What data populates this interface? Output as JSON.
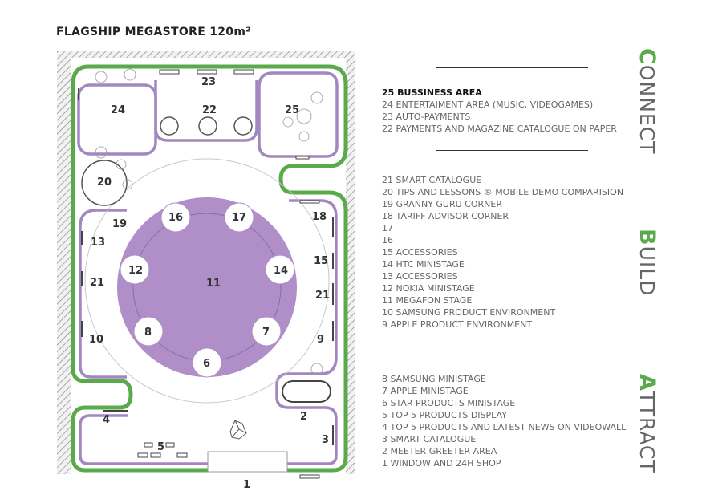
{
  "title": "FLAGSHIP MEGASTORE 120m²",
  "headings": {
    "connect": {
      "cap": "C",
      "rest": "ONNECT"
    },
    "build": {
      "cap": "B",
      "rest": "UILD"
    },
    "attract": {
      "cap": "A",
      "rest": "TTRACT"
    }
  },
  "legend_connect": [
    "25 BUSSINESS AREA",
    "24 ENTERTAIMENT AREA (MUSIC, VIDEOGAMES)",
    "23 AUTO-PAYMENTS",
    "22 PAYMENTS AND MAGAZINE CATALOGUE ON PAPER"
  ],
  "legend_build": [
    "21 SMART CATALOGUE",
    "20 TIPS AND LESSONS ® MOBILE DEMO COMPARISION",
    "19 GRANNY GURU CORNER",
    "18 TARIFF ADVISOR CORNER",
    "17",
    "16",
    "15 ACCESSORIES",
    "14 HTC MINISTAGE",
    "13 ACCESSORIES",
    "12 NOKIA MINISTAGE",
    "11 MEGAFON STAGE",
    "10 SAMSUNG PRODUCT ENVIRONMENT",
    "9 APPLE PRODUCT ENVIRONMENT"
  ],
  "legend_attract": [
    "8 SAMSUNG MINISTAGE",
    "7 APPLE MINISTAGE",
    "6 STAR PRODUCTS MINISTAGE",
    "5 TOP 5 PRODUCTS DISPLAY",
    "4 TOP 5 PRODUCTS AND LATEST NEWS ON VIDEOWALL",
    "3 SMART CATALOGUE",
    "2 MEETER GREETER AREA",
    "1 WINDOW AND 24H SHOP"
  ],
  "plan_labels": {
    "z1": "1",
    "z2": "2",
    "z3": "3",
    "z4": "4",
    "z5": "5",
    "z6": "6",
    "z7": "7",
    "z8": "8",
    "z9": "9",
    "z10": "10",
    "z11": "11",
    "z12": "12",
    "z13": "13",
    "z14": "14",
    "z15": "15",
    "z16": "16",
    "z17": "17",
    "z18": "18",
    "z19": "19",
    "z20": "20",
    "z21_left": "21",
    "z21_right": "21",
    "z22": "22",
    "z23": "23",
    "z24": "24",
    "z25": "25"
  },
  "colors": {
    "path_green": "#5aa94a",
    "zone_purple": "#a287c0",
    "stage_fill": "#b08fc8",
    "hatch": "#999999"
  }
}
